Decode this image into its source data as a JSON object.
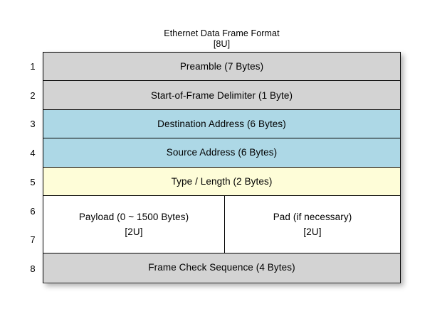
{
  "figure": {
    "title": "Ethernet Data Frame Format",
    "subtitle": "[8U]"
  },
  "chart_data": {
    "type": "table",
    "title": "Ethernet Data Frame Format",
    "subtitle": "[8U]",
    "xlabel": "",
    "ylabel": "",
    "grid": false,
    "legend": null,
    "row_index_header": "",
    "colors": {
      "gray_field": "#D3D3D3",
      "blue_address": "#ADD8E6",
      "yellow_type": "#FEFDD8",
      "white_payload": "#FFFFFF",
      "border": "#000000",
      "background": "#FFFFFF"
    },
    "row_indices": [
      "1",
      "2",
      "3",
      "4",
      "5",
      "6",
      "7",
      "8"
    ],
    "rows": [
      {
        "index": "1",
        "label": "Preamble (7 Bytes)",
        "fill": "#D3D3D3",
        "split": false
      },
      {
        "index": "2",
        "label": "Start-of-Frame Delimiter (1 Byte)",
        "fill": "#D3D3D3",
        "split": false
      },
      {
        "index": "3",
        "label": "Destination Address (6 Bytes)",
        "fill": "#ADD8E6",
        "split": false
      },
      {
        "index": "4",
        "label": "Source Address (6 Bytes)",
        "fill": "#ADD8E6",
        "split": false
      },
      {
        "index": "5",
        "label": "Type / Length (2 Bytes)",
        "fill": "#FEFDD8",
        "split": false
      },
      {
        "index": "6,7",
        "fill": "#FFFFFF",
        "split": true,
        "left": {
          "label": "Payload (0 ~ 1500 Bytes)",
          "sublabel": "[2U]"
        },
        "right": {
          "label": "Pad (if necessary)",
          "sublabel": "[2U]"
        }
      },
      {
        "index": "8",
        "label": "Frame Check Sequence (4 Bytes)",
        "fill": "#D3D3D3",
        "split": false
      }
    ]
  }
}
